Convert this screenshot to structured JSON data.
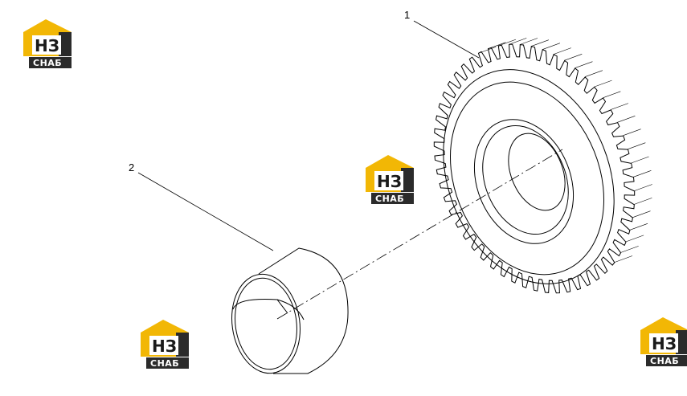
{
  "callouts": [
    {
      "id": "1",
      "label": "1"
    },
    {
      "id": "2",
      "label": "2"
    }
  ],
  "watermark": {
    "mark": "НЗ",
    "text": "СНАБ",
    "colors": {
      "gold": "#f2b705",
      "dark": "#2b2b2b"
    }
  },
  "colors": {
    "line": "#000000",
    "background": "#ffffff"
  }
}
